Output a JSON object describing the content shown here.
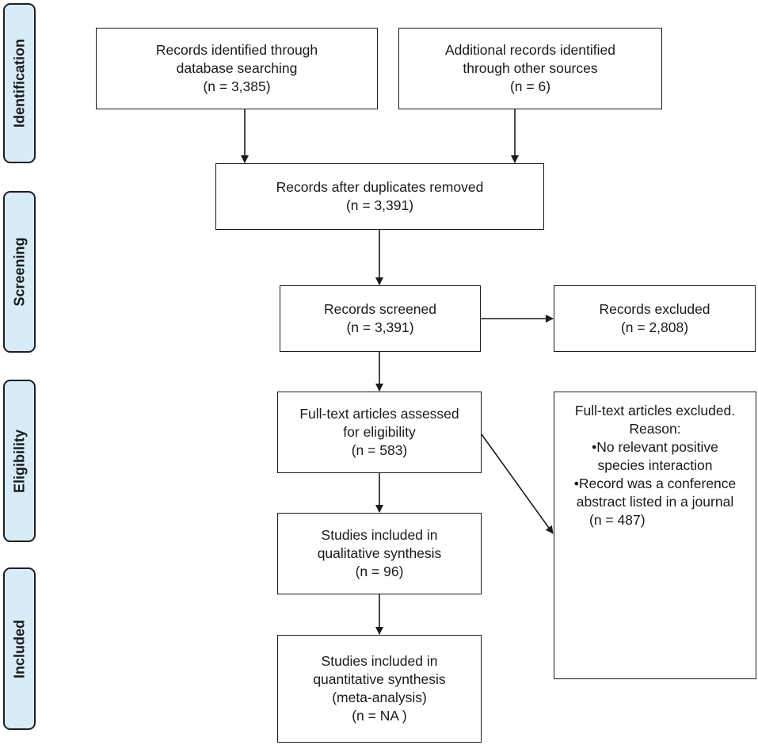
{
  "stages": {
    "identification": "Identification",
    "screening": "Screening",
    "eligibility": "Eligibility",
    "included": "Included"
  },
  "boxes": {
    "db_search": {
      "lines": [
        "Records identified through",
        "database searching"
      ],
      "count": "(n = 3,385)"
    },
    "other_sources": {
      "lines": [
        "Additional records identified",
        "through other sources"
      ],
      "count": "(n = 6)"
    },
    "dedup": {
      "lines": [
        "Records after duplicates removed"
      ],
      "count": "(n = 3,391)"
    },
    "screened": {
      "lines": [
        "Records screened"
      ],
      "count": "(n = 3,391)"
    },
    "excluded": {
      "lines": [
        "Records excluded"
      ],
      "count": "(n = 2,808)"
    },
    "fulltext": {
      "lines": [
        "Full-text articles assessed",
        "for eligibility"
      ],
      "count": "(n = 583)"
    },
    "fulltext_excluded": {
      "lines": [
        "Full-text articles excluded.",
        "Reason:"
      ],
      "bullets": [
        "•No relevant positive",
        "species interaction",
        "•Record was a conference",
        "abstract listed in a journal"
      ],
      "count": "(n = 487)"
    },
    "qualitative": {
      "lines": [
        "Studies included in",
        "qualitative synthesis"
      ],
      "count": "(n = 96)"
    },
    "quantitative": {
      "lines": [
        "Studies included in",
        "quantitative synthesis",
        "(meta-analysis)"
      ],
      "count": "(n = NA )"
    }
  },
  "colors": {
    "stage_fill": "#d7ebf8",
    "stroke": "#1a1a1a"
  }
}
